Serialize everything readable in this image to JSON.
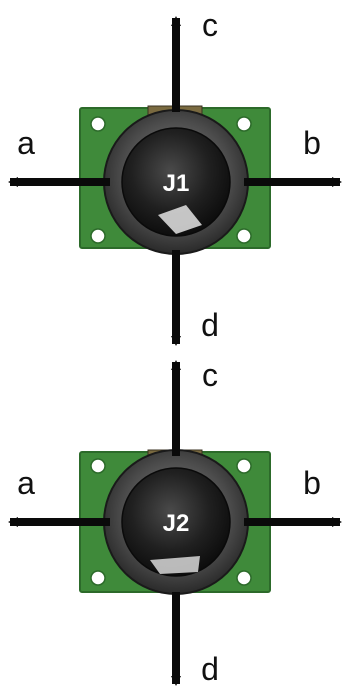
{
  "colors": {
    "background": "#ffffff",
    "pcb": "#3f8a3a",
    "pcb_edge": "#2c6a2a",
    "arrow": "#0a0a0a",
    "cap_dark": "#1a1a1a",
    "ring": "#555555"
  },
  "joysticks": [
    {
      "name": "J1",
      "directions": {
        "left": "a",
        "right": "b",
        "up": "c",
        "down": "d"
      }
    },
    {
      "name": "J2",
      "directions": {
        "left": "a",
        "right": "b",
        "up": "c",
        "down": "d"
      }
    }
  ]
}
